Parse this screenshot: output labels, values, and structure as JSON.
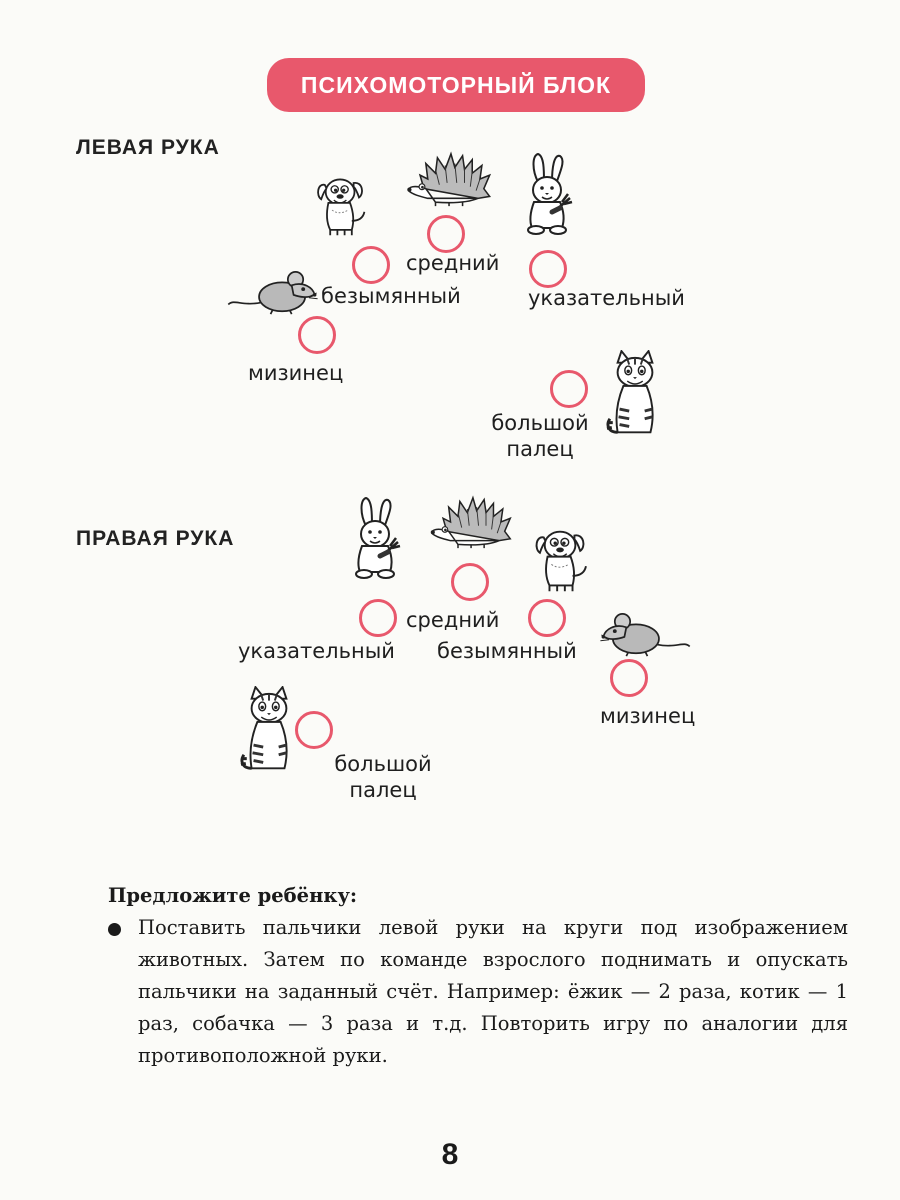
{
  "header": {
    "title": "ПСИХОМОТОРНЫЙ БЛОК"
  },
  "left_hand": {
    "title": "ЛЕВАЯ РУКА",
    "labels": {
      "middle": "средний",
      "ring": "безымянный",
      "index": "указательный",
      "little": "мизинец",
      "thumb_line1": "большой",
      "thumb_line2": "палец"
    },
    "icons": [
      "dog-icon",
      "hedgehog-icon",
      "rabbit-icon",
      "mouse-icon",
      "cat-icon"
    ]
  },
  "right_hand": {
    "title": "ПРАВАЯ РУКА",
    "labels": {
      "middle": "средний",
      "ring": "безымянный",
      "index": "указательный",
      "little": "мизинец",
      "thumb_line1": "большой",
      "thumb_line2": "палец"
    },
    "icons": [
      "rabbit-icon",
      "hedgehog-icon",
      "dog-icon",
      "mouse-icon",
      "cat-icon"
    ]
  },
  "instructions": {
    "lead": "Предложите ребёнку:",
    "text": "Поставить пальчики левой руки на круги под изображением животных. Затем по команде взрослого поднимать и опускать пальчики на заданный счёт. Например: ёжик — 2 раза, котик — 1 раз, собачка — 3 раза и т.д. Повторить игру по аналогии для противоположной руки."
  },
  "page_number": "8",
  "colors": {
    "accent": "#e8586c",
    "text": "#1a1a1a"
  }
}
